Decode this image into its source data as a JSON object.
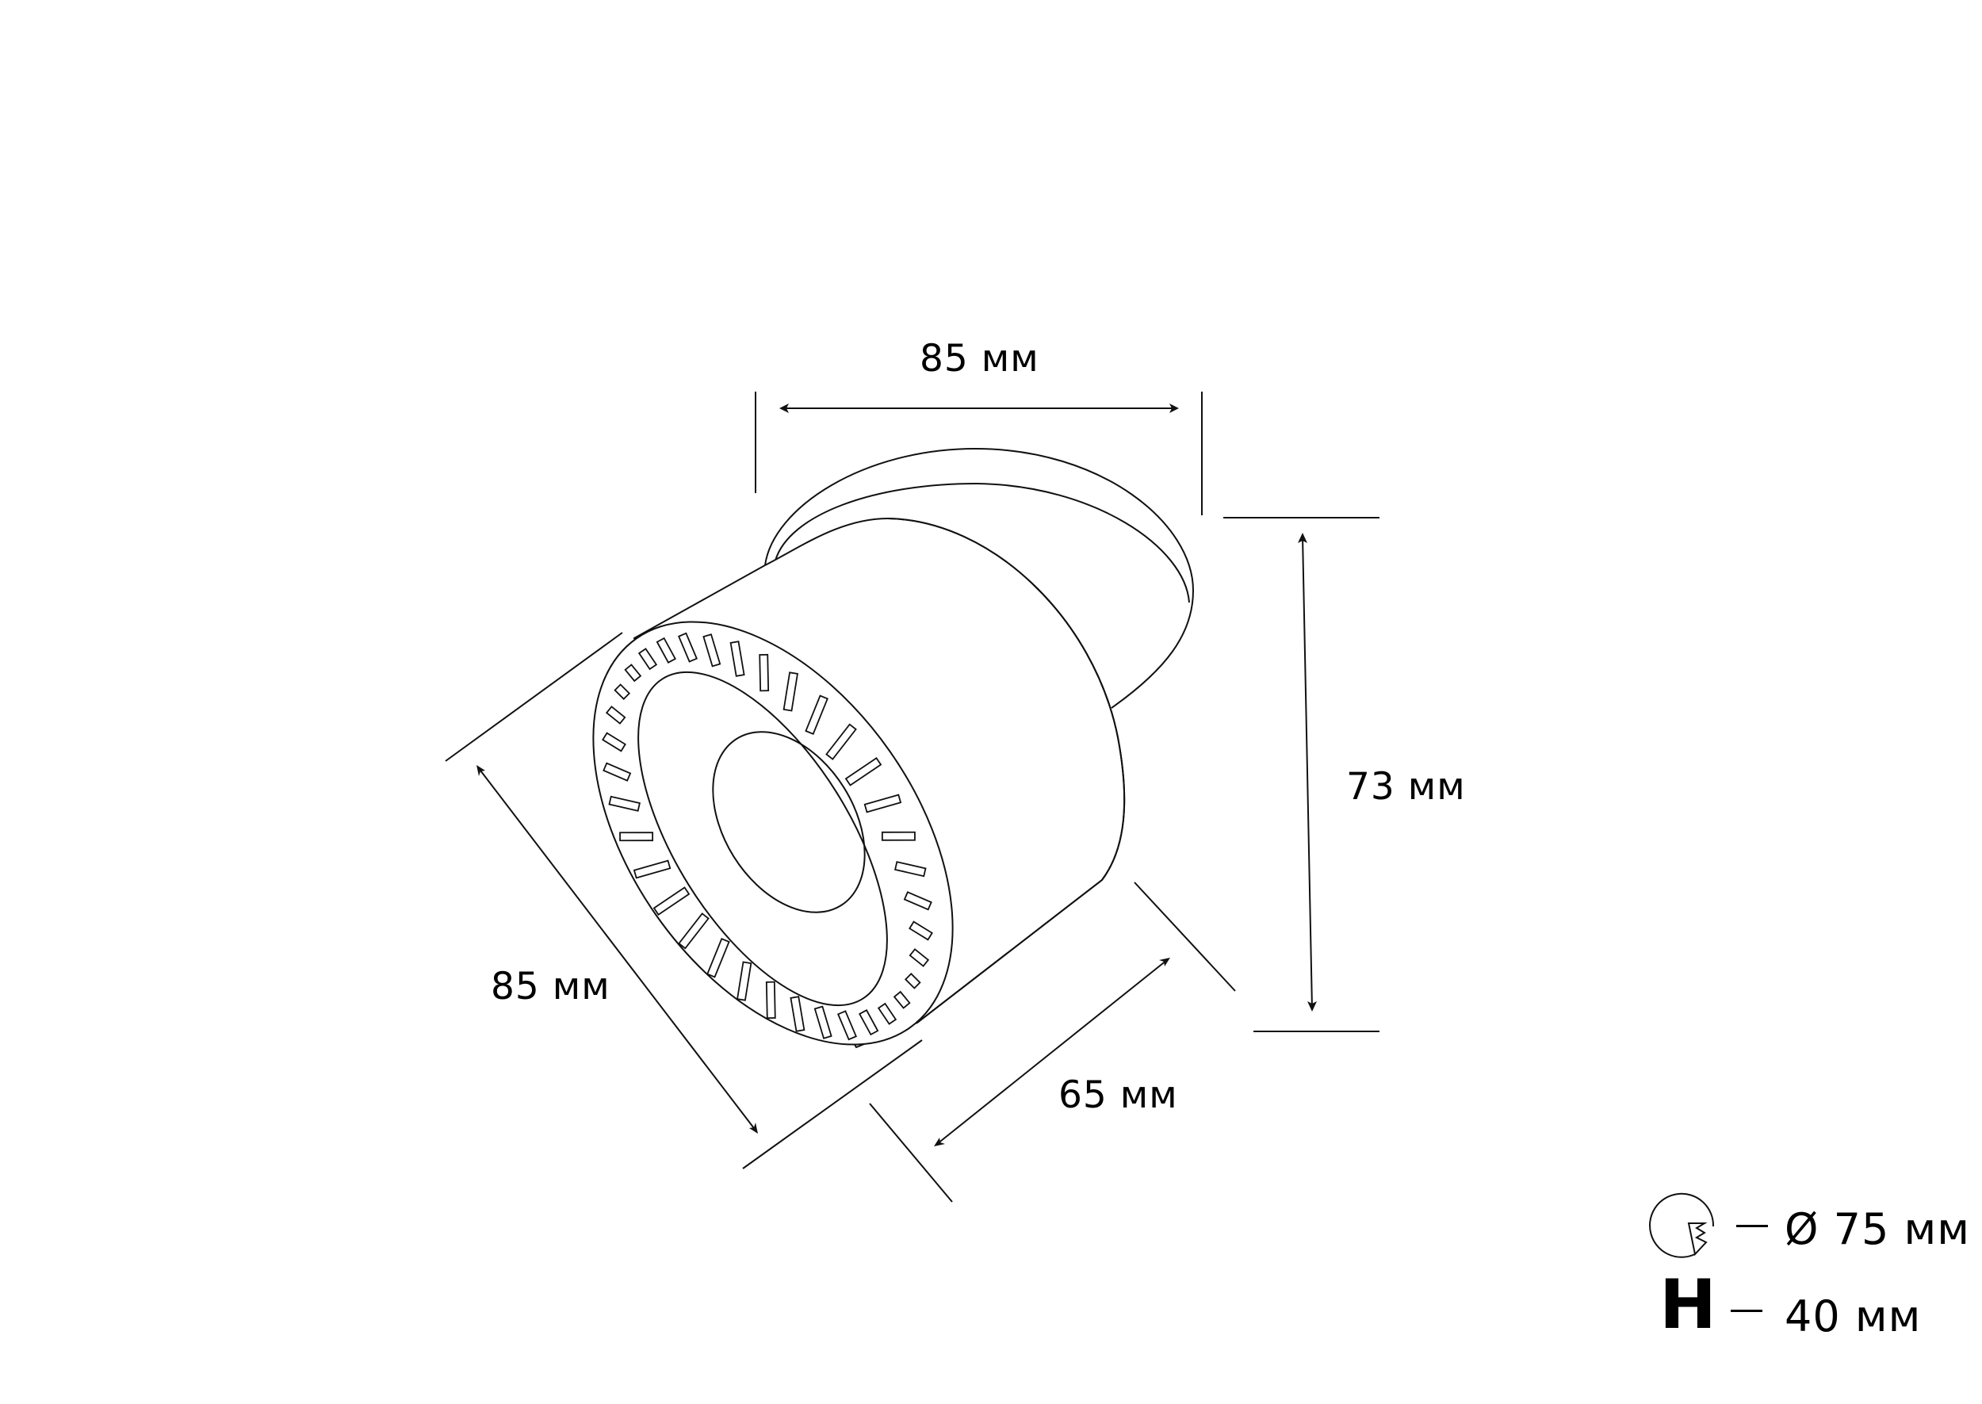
{
  "dimensions": {
    "width_top": "85 мм",
    "height_right": "73 мм",
    "depth_left": "85 мм",
    "depth_bottom": "65 мм"
  },
  "legend": {
    "cutout": {
      "icon": "cutout-diameter-icon",
      "value": "Ø 75 мм"
    },
    "height": {
      "symbol": "H",
      "value": "40 мм"
    }
  },
  "colors": {
    "line": "#111111",
    "background": "#ffffff"
  }
}
